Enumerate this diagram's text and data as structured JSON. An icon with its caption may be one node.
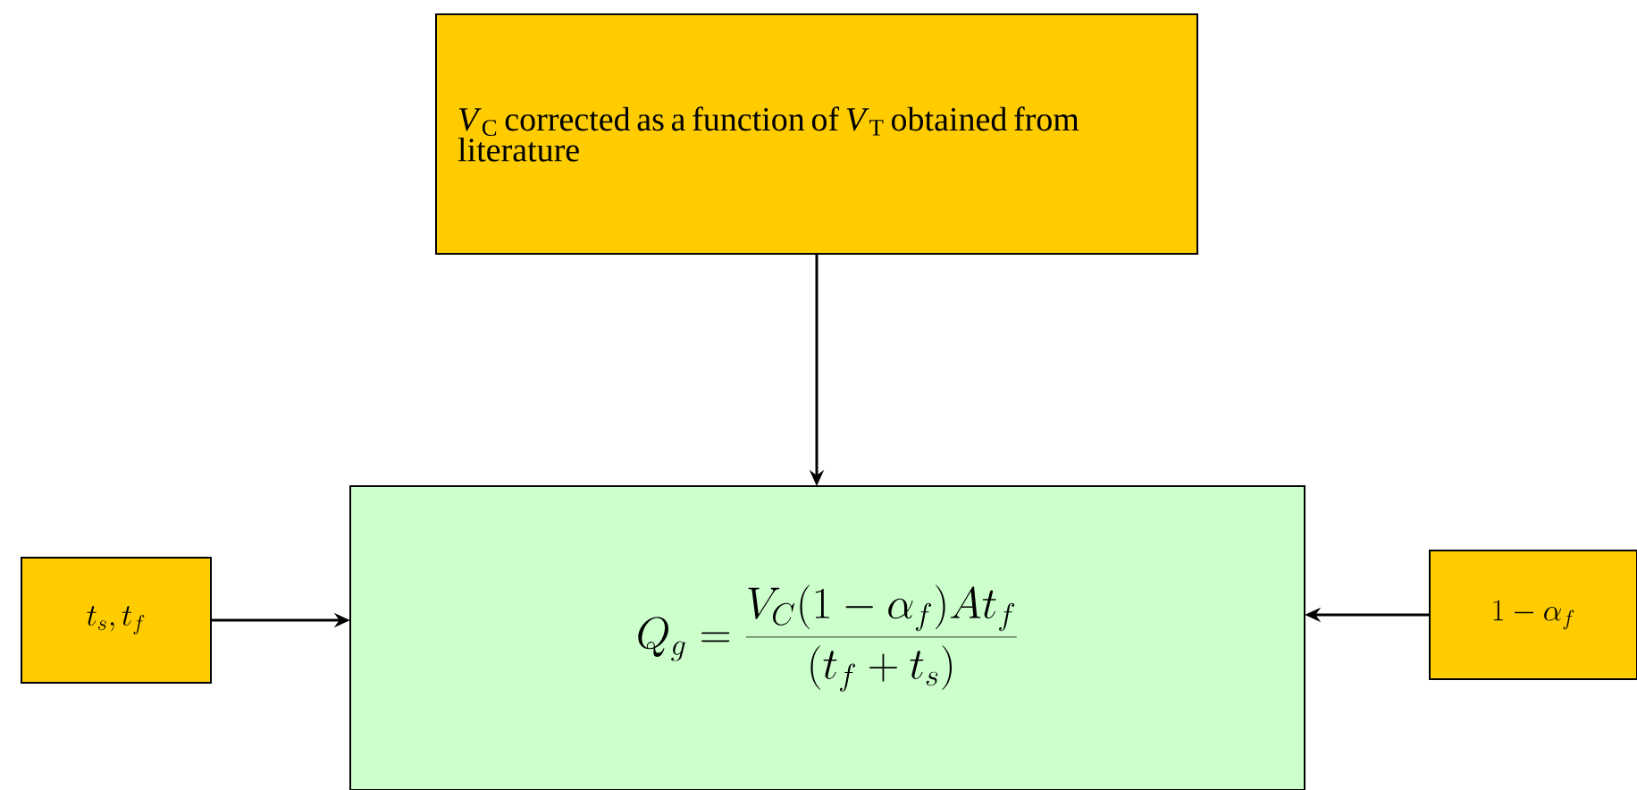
{
  "diagram": {
    "nodes": [
      {
        "text": [
          "*V*$_{C}$ corrected as a function of *V*$_{T}$ obtained from literature"
        ]
      },
      {
        "text": [
          "t_s,t_f"
        ]
      },
      {
        "text": [
          "Q_g=\\frac{V_C(1-\\alpha_f)At_f}{(t_f+t_s)}"
        ]
      },
      {
        "text": [
          "1-\\alpha_f"
        ]
      }
    ],
    "edges": [
      {
        "from": 0,
        "to": 2,
        "arrow": "to"
      },
      {
        "from": 1,
        "to": 2,
        "arrow": "to"
      },
      {
        "from": 3,
        "to": 2,
        "arrow": "to"
      }
    ]
  }
}
